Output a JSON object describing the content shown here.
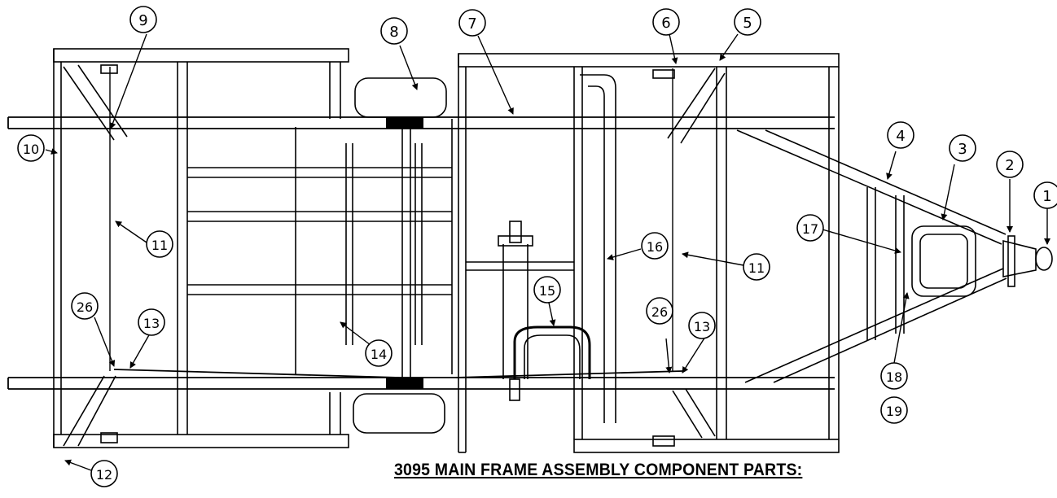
{
  "diagram": {
    "title": "3095 MAIN FRAME ASSEMBLY COMPONENT PARTS:",
    "callouts": [
      {
        "id": "c1",
        "label": "1"
      },
      {
        "id": "c2",
        "label": "2"
      },
      {
        "id": "c3",
        "label": "3"
      },
      {
        "id": "c4",
        "label": "4"
      },
      {
        "id": "c5",
        "label": "5"
      },
      {
        "id": "c6",
        "label": "6"
      },
      {
        "id": "c7",
        "label": "7"
      },
      {
        "id": "c8",
        "label": "8"
      },
      {
        "id": "c9",
        "label": "9"
      },
      {
        "id": "c10",
        "label": "10"
      },
      {
        "id": "c11a",
        "label": "11"
      },
      {
        "id": "c11b",
        "label": "11"
      },
      {
        "id": "c12",
        "label": "12"
      },
      {
        "id": "c13a",
        "label": "13"
      },
      {
        "id": "c13b",
        "label": "13"
      },
      {
        "id": "c14",
        "label": "14"
      },
      {
        "id": "c15",
        "label": "15"
      },
      {
        "id": "c16",
        "label": "16"
      },
      {
        "id": "c17",
        "label": "17"
      },
      {
        "id": "c18",
        "label": "18"
      },
      {
        "id": "c19",
        "label": "19"
      },
      {
        "id": "c26a",
        "label": "26"
      },
      {
        "id": "c26b",
        "label": "26"
      }
    ]
  }
}
